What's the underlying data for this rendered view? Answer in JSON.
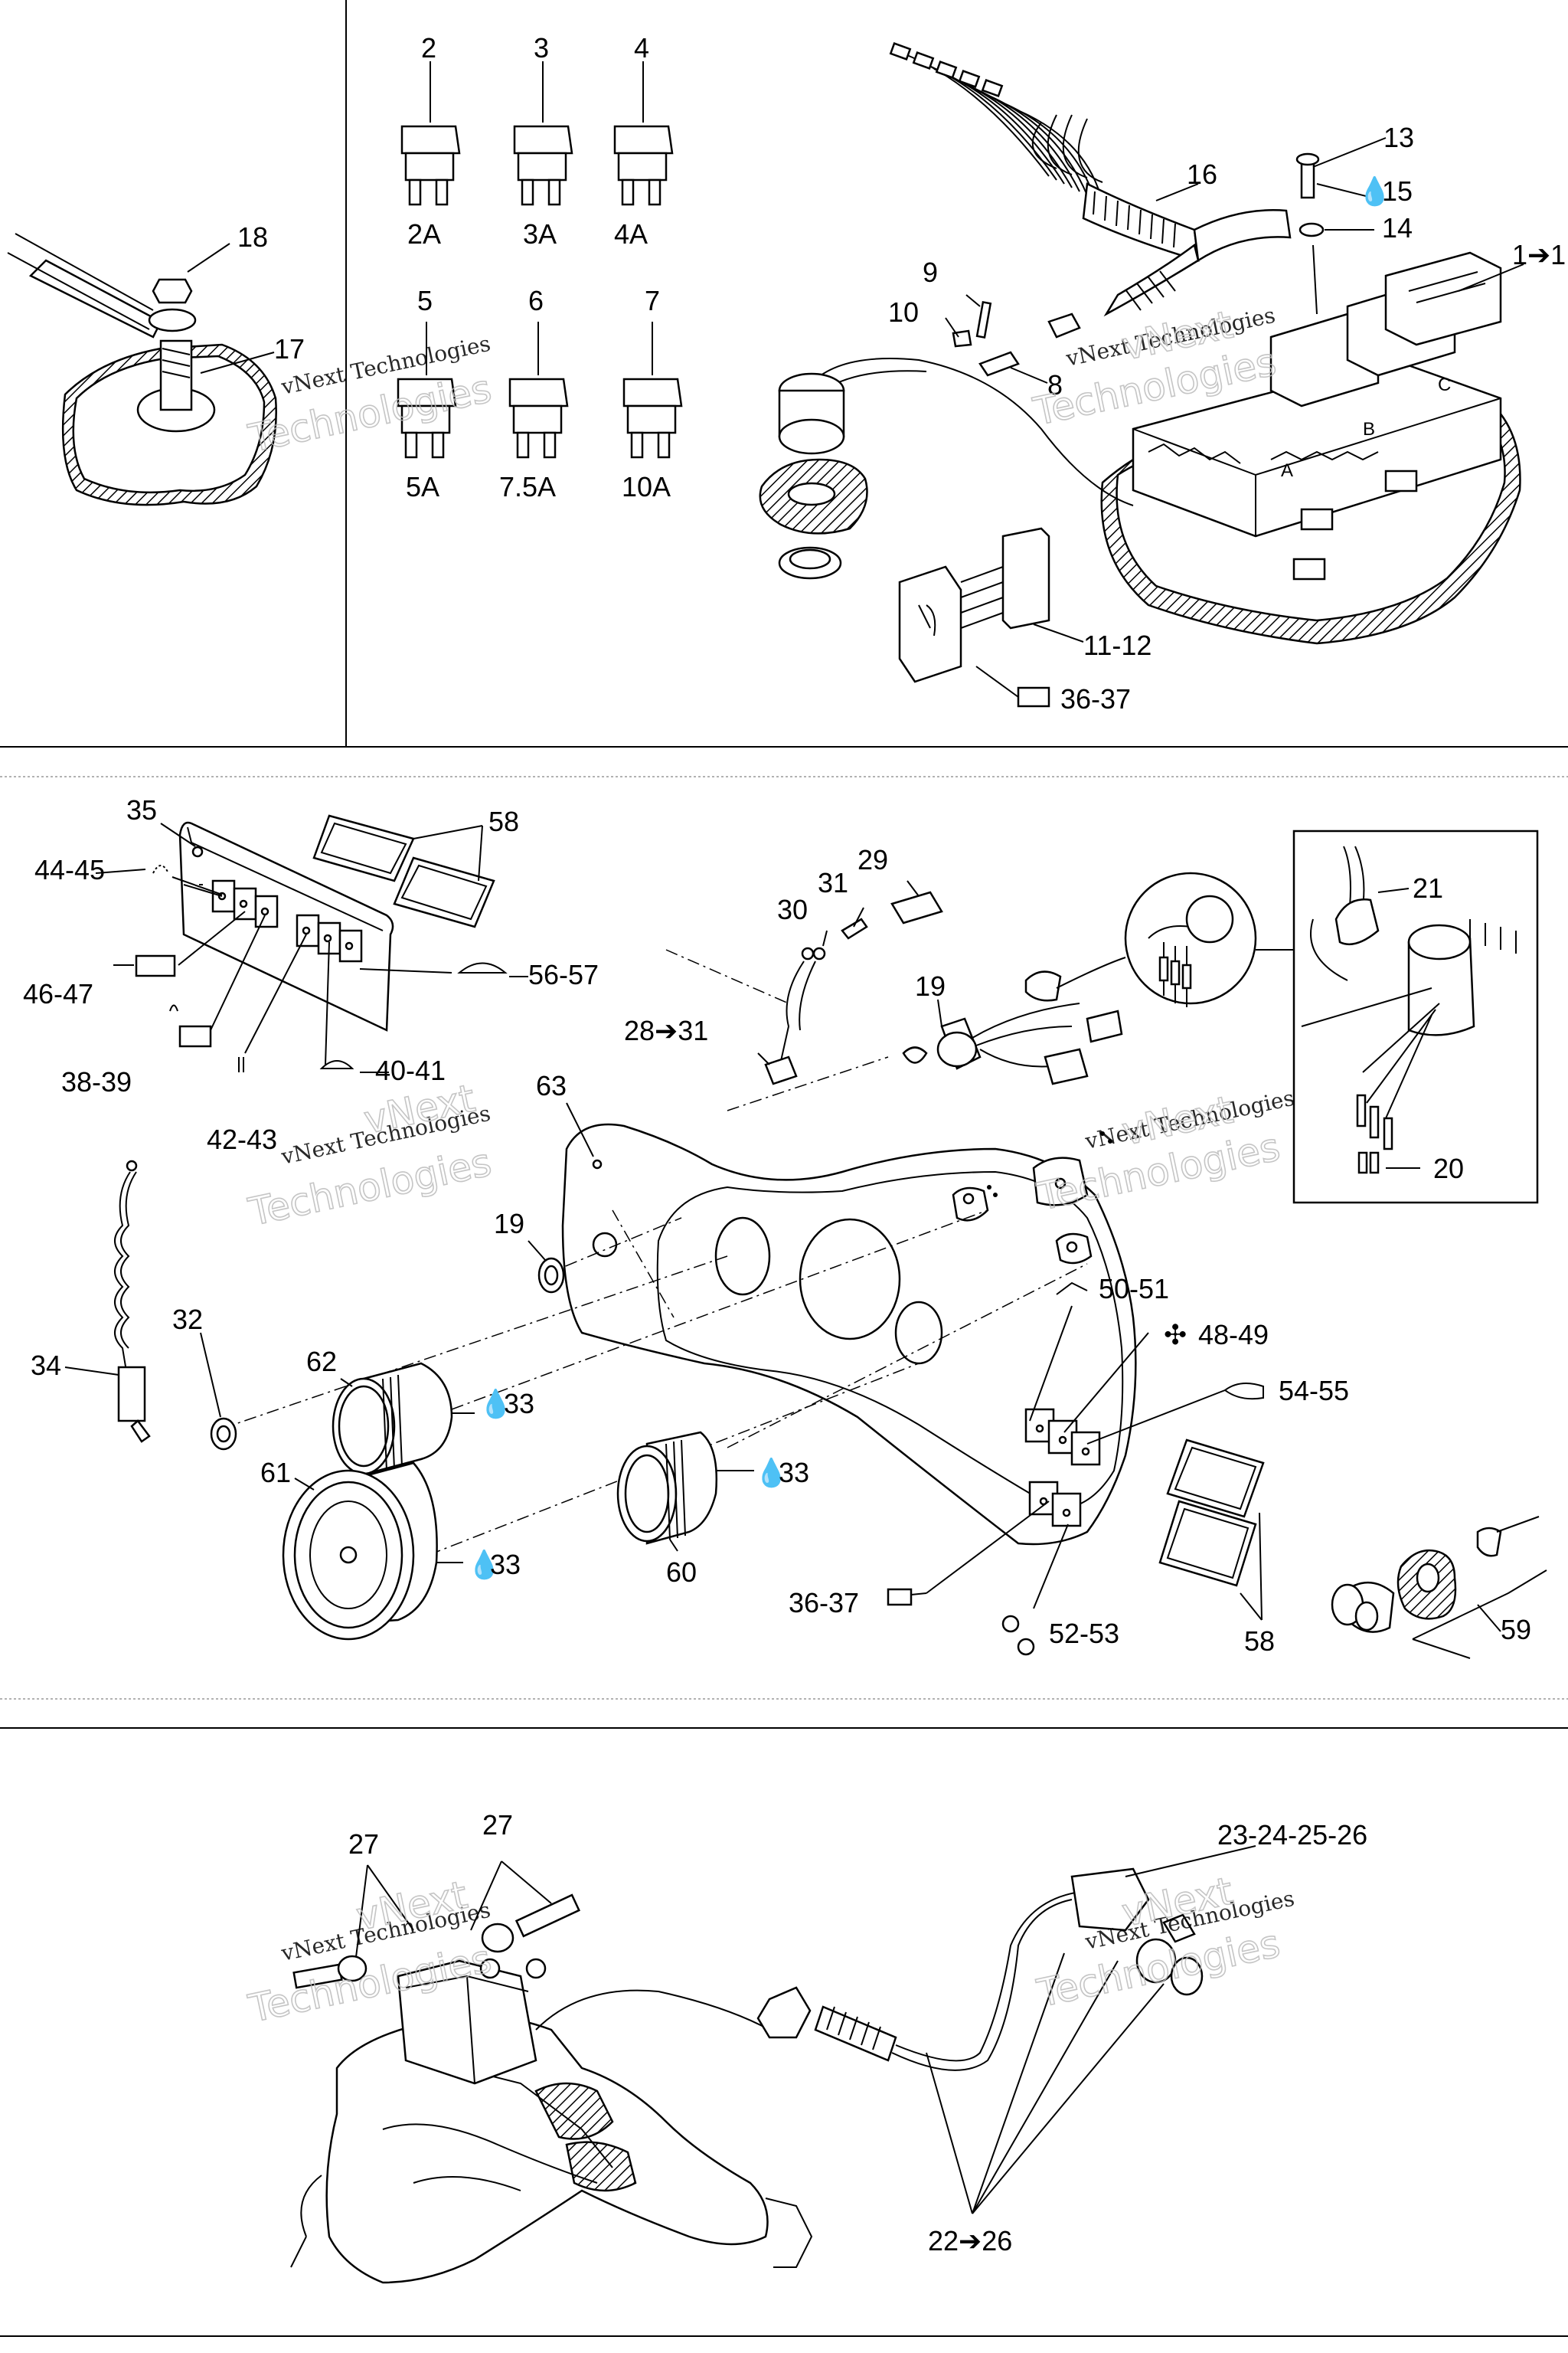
{
  "watermark": {
    "line1": "vNext Technologies",
    "line2": "vNext",
    "line3": "Technologies"
  },
  "fuses": [
    {
      "num": "2",
      "rating": "2A"
    },
    {
      "num": "3",
      "rating": "3A"
    },
    {
      "num": "4",
      "rating": "4A"
    },
    {
      "num": "5",
      "rating": "5A"
    },
    {
      "num": "6",
      "rating": "7.5A"
    },
    {
      "num": "7",
      "rating": "10A"
    }
  ],
  "top_labels": {
    "l18": "18",
    "l17": "17",
    "l16": "16",
    "l13": "13",
    "l15": "15",
    "l14": "14",
    "l1": "1➔1",
    "l9": "9",
    "l10": "10",
    "l8": "8",
    "l1112": "11-12",
    "l3637": "36-37",
    "fb_a": "A",
    "fb_b": "B",
    "fb_c": "C"
  },
  "mid_labels": {
    "l35": "35",
    "l58a": "58",
    "l4445": "44-45",
    "l4647": "46-47",
    "l3839": "38-39",
    "l4243": "42-43",
    "l4041": "40-41",
    "l5657": "56-57",
    "l29": "29",
    "l31": "31",
    "l30": "30",
    "l19a": "19",
    "l2831": "28➔31",
    "l21": "21",
    "l20": "20",
    "l63": "63",
    "l19b": "19",
    "l34": "34",
    "l32": "32",
    "l62": "62",
    "l33a": "33",
    "l61": "61",
    "l33b": "33",
    "l33c": "33",
    "l60": "60",
    "l5051": "50-51",
    "l4849": "48-49",
    "l5455": "54-55",
    "l58b": "58",
    "l3637b": "36-37",
    "l5253": "52-53",
    "l59": "59"
  },
  "bottom_labels": {
    "l27a": "27",
    "l27b": "27",
    "l2326": "23-24-25-26",
    "l2226": "22➔26"
  }
}
